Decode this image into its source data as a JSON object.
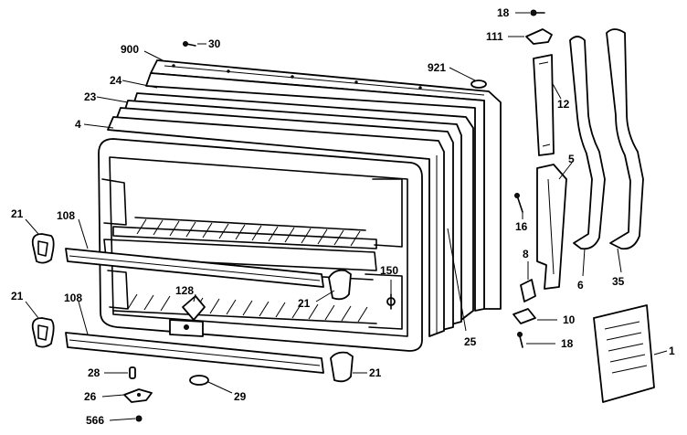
{
  "callouts": [
    {
      "id": "c18a",
      "text": "18"
    },
    {
      "id": "c111",
      "text": "111"
    },
    {
      "id": "c900",
      "text": "900"
    },
    {
      "id": "c30",
      "text": "30"
    },
    {
      "id": "c921",
      "text": "921"
    },
    {
      "id": "c24",
      "text": "24"
    },
    {
      "id": "c23",
      "text": "23"
    },
    {
      "id": "c12",
      "text": "12"
    },
    {
      "id": "c4",
      "text": "4"
    },
    {
      "id": "c5",
      "text": "5"
    },
    {
      "id": "c16",
      "text": "16"
    },
    {
      "id": "c21a",
      "text": "21"
    },
    {
      "id": "c108a",
      "text": "108"
    },
    {
      "id": "c8",
      "text": "8"
    },
    {
      "id": "c150",
      "text": "150"
    },
    {
      "id": "c21b",
      "text": "21"
    },
    {
      "id": "c128",
      "text": "128"
    },
    {
      "id": "c6",
      "text": "6"
    },
    {
      "id": "c35",
      "text": "35"
    },
    {
      "id": "c21c",
      "text": "21"
    },
    {
      "id": "c108b",
      "text": "108"
    },
    {
      "id": "c10",
      "text": "10"
    },
    {
      "id": "c1",
      "text": "1"
    },
    {
      "id": "c25",
      "text": "25"
    },
    {
      "id": "c18b",
      "text": "18"
    },
    {
      "id": "c28",
      "text": "28"
    },
    {
      "id": "c21d",
      "text": "21"
    },
    {
      "id": "c26",
      "text": "26"
    },
    {
      "id": "c29",
      "text": "29"
    },
    {
      "id": "c566",
      "text": "566"
    }
  ]
}
